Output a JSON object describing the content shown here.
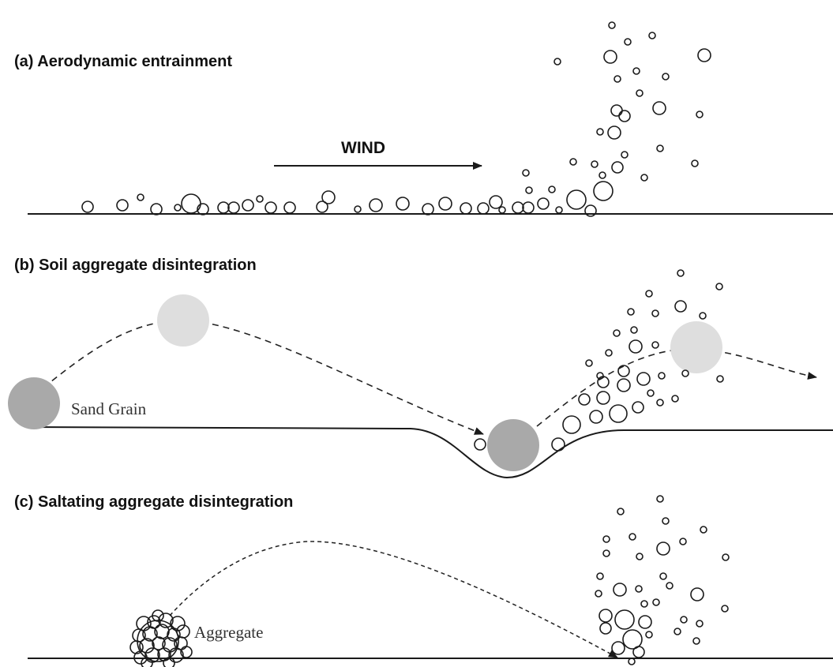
{
  "panels": {
    "a": {
      "title": "(a) Aerodynamic entrainment",
      "wind_label": "WIND"
    },
    "b": {
      "title": "(b) Soil aggregate disintegration",
      "grain_label": "Sand Grain"
    },
    "c": {
      "title": "(c) Saltating aggregate disintegration",
      "aggregate_label": "Aggregate"
    }
  },
  "colors": {
    "line": "#1a1a1a",
    "sand_grain_dark": "#a9a9a9",
    "sand_grain_light": "#dedede"
  }
}
